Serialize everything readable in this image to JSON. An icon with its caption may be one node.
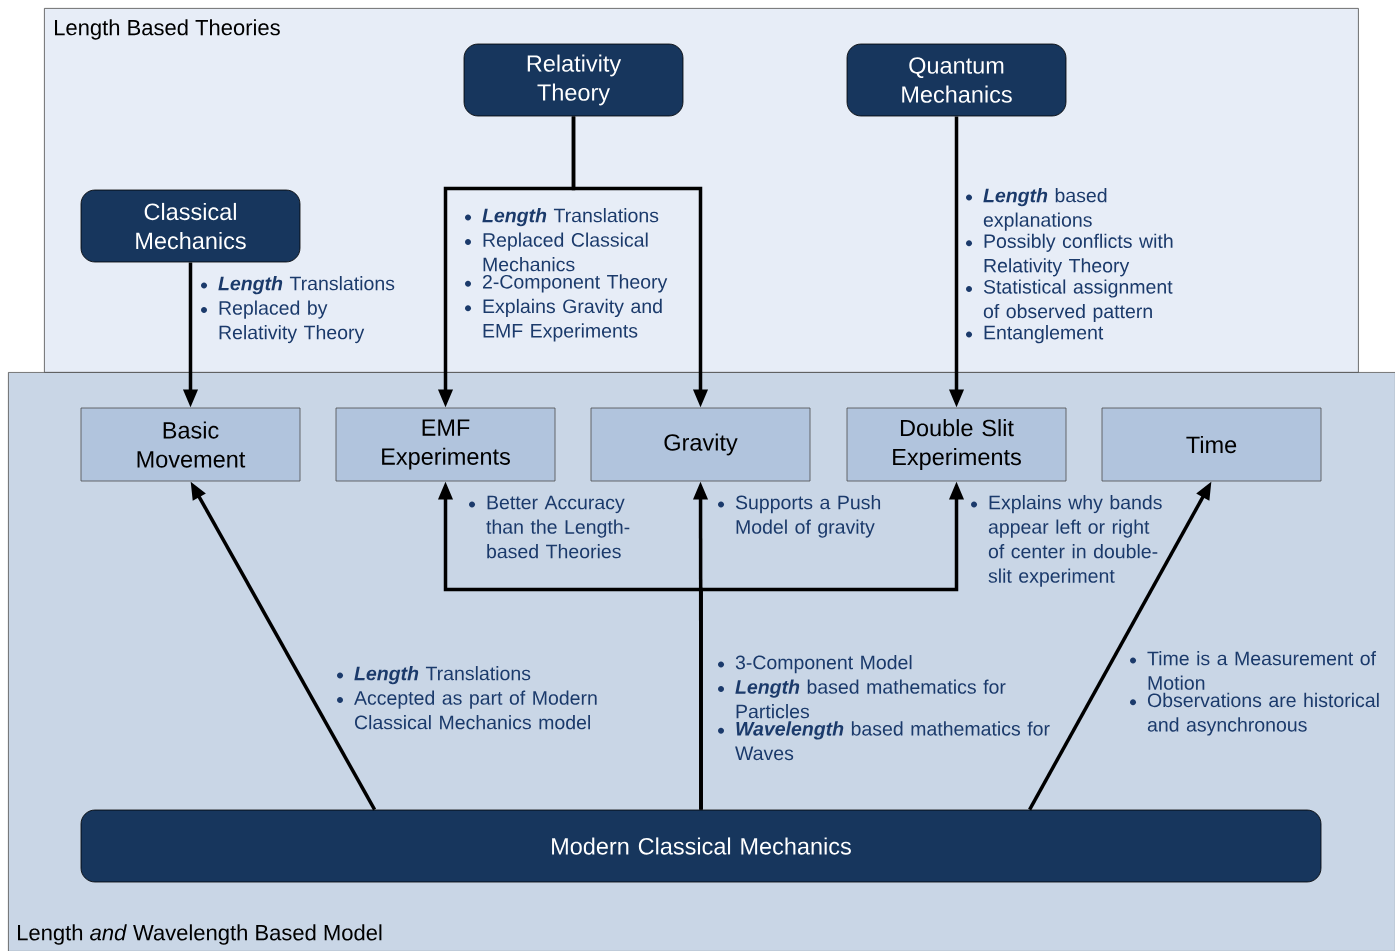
{
  "diagram": {
    "nodes": [
      {
        "text": [
          "Length Based Theories"
        ]
      },
      {
        "text": [
          "Relativity Theory"
        ],
        "in": 0
      },
      {
        "text": [
          "Quantum Mechanics"
        ],
        "in": 0
      },
      {
        "text": [
          "Classical Mechanics"
        ],
        "in": 0
      },
      {
        "text": [
          "Length *and* Wavelength Based Model"
        ]
      },
      {
        "text": [
          "Basic Movement"
        ],
        "in": 4
      },
      {
        "text": [
          "EMF Experiments"
        ],
        "in": 4
      },
      {
        "text": [
          "Gravity"
        ],
        "in": 4
      },
      {
        "text": [
          "Double Slit Experiments"
        ],
        "in": 4
      },
      {
        "text": [
          "Time"
        ],
        "in": 4
      },
      {
        "text": [
          "Modern Classical Mechanics"
        ],
        "in": 4
      }
    ],
    "edges": [
      {
        "from": 3,
        "to": 5,
        "arrow": "to"
      },
      {
        "from": 1,
        "to": 6,
        "arrow": "to"
      },
      {
        "from": 1,
        "to": 7,
        "arrow": "to"
      },
      {
        "from": 2,
        "to": 8,
        "arrow": "to"
      },
      {
        "from": 10,
        "to": 5,
        "arrow": "to"
      },
      {
        "from": 10,
        "to": 6,
        "arrow": "to"
      },
      {
        "from": 10,
        "to": 7,
        "arrow": "to"
      },
      {
        "from": 10,
        "to": 8,
        "arrow": "to"
      },
      {
        "from": 10,
        "to": 9,
        "arrow": "to"
      }
    ],
    "labels": [
      "**Length** Translations",
      "Replaced by Relativity Theory",
      "**Length** Translations",
      "Replaced Classical Mechanics",
      "2-Component Theory",
      "Explains Gravity and EMF Experiments",
      "**Length** based explanations",
      "Possibly conflicts with Relativity Theory",
      "Statistical assignment of observed pattern",
      "Entanglement",
      "Better Accuracy than the Length-based Theories",
      "Supports a Push Model of gravity",
      "Explains why bands appear left or right of center in double-slit experiment",
      "**Length** Translations",
      "Accepted as part of Modern Classical Mechanics model",
      "3-Component Model",
      "**Length** based mathematics for Particles",
      "**Wavelength** based mathematics for Waves",
      "Time is a Measurement of Motion",
      "Observations are historical and asynchronous"
    ]
  }
}
